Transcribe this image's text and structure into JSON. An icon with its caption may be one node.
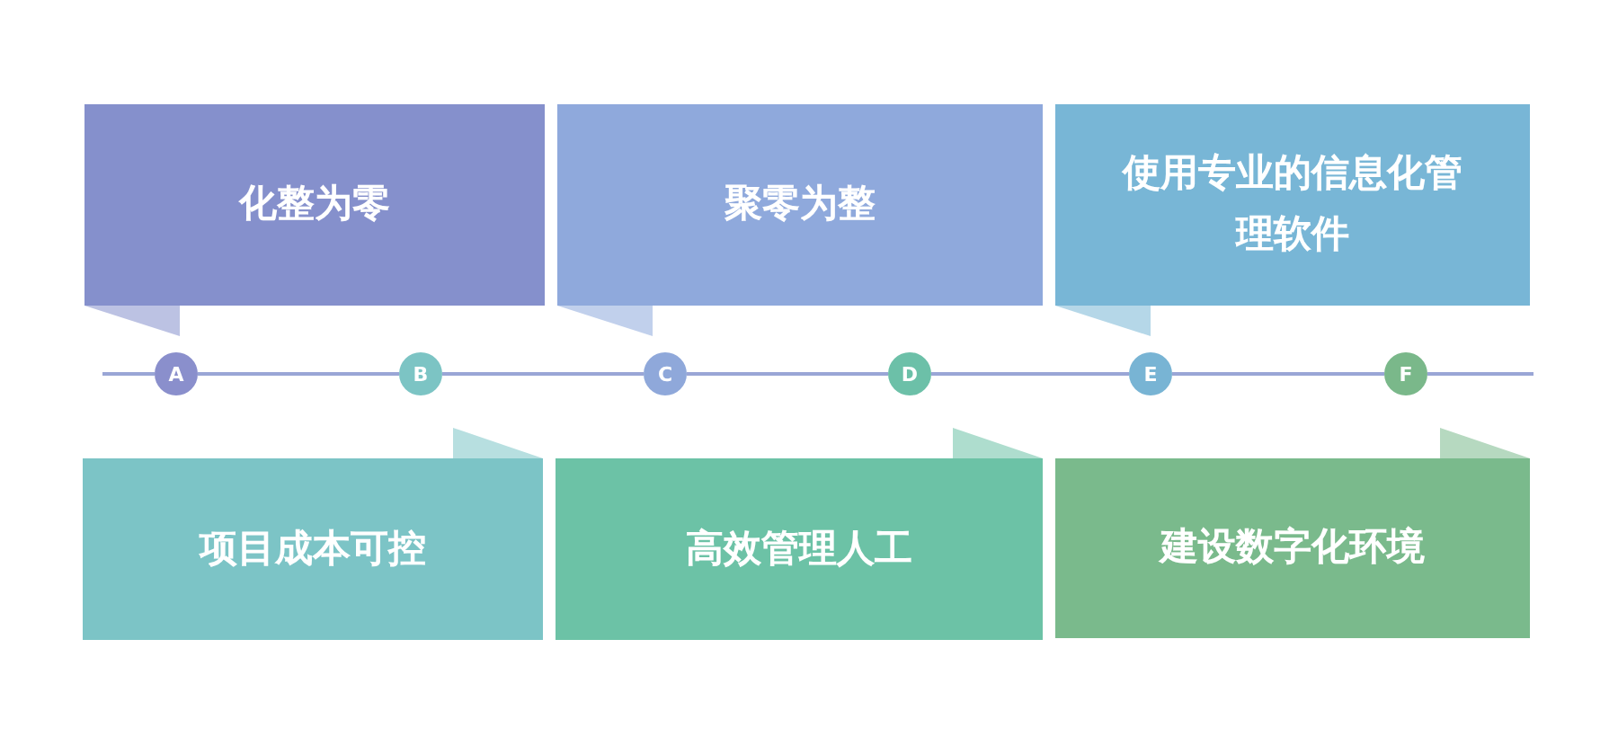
{
  "diagram": {
    "nodes": [
      {
        "text": [
          "化整为零"
        ]
      },
      {
        "text": [
          "聚零为整"
        ]
      },
      {
        "text": [
          "使用专业的信息化管理软件"
        ]
      },
      {
        "text": [
          "A"
        ]
      },
      {
        "text": [
          "B"
        ]
      },
      {
        "text": [
          "C"
        ]
      },
      {
        "text": [
          "D"
        ]
      },
      {
        "text": [
          "E"
        ]
      },
      {
        "text": [
          "F"
        ]
      },
      {
        "text": [
          "项目成本可控"
        ]
      },
      {
        "text": [
          "高效管理人工"
        ]
      },
      {
        "text": [
          "建设数字化环境"
        ]
      }
    ],
    "edges": [
      {
        "from": 3,
        "to": 4,
        "arrow": "none"
      },
      {
        "from": 4,
        "to": 5,
        "arrow": "none"
      },
      {
        "from": 5,
        "to": 6,
        "arrow": "none"
      },
      {
        "from": 6,
        "to": 7,
        "arrow": "none"
      },
      {
        "from": 7,
        "to": 8,
        "arrow": "none"
      }
    ]
  }
}
